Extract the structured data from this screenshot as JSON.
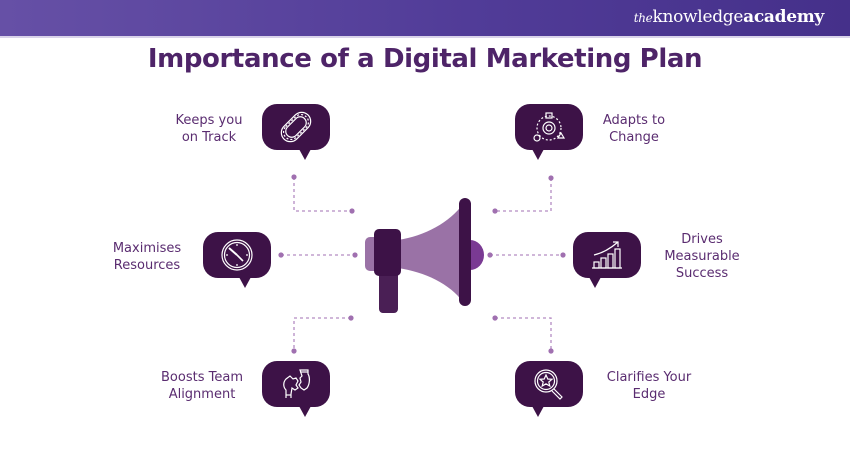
{
  "header": {
    "brand_the": "the",
    "brand_knowledge": "knowledge",
    "brand_academy": "academy",
    "gradient_start": "#6650a6",
    "gradient_end": "#45308a"
  },
  "title": "Importance of a Digital Marketing Plan",
  "colors": {
    "title": "#4e2468",
    "bubble": "#3d1247",
    "label": "#5a2c70",
    "connector": "#a77db6",
    "megaphone_cone": "#9a72a6",
    "megaphone_dark": "#3d1247",
    "megaphone_cap": "#7a3a93"
  },
  "center": {
    "icon": "megaphone-icon"
  },
  "items": [
    {
      "label_line1": "Keeps you",
      "label_line2": "on Track",
      "icon": "race-track-icon",
      "position": "top-left"
    },
    {
      "label_line1": "Adapts to",
      "label_line2": "Change",
      "icon": "gear-cycle-icon",
      "position": "top-right"
    },
    {
      "label_line1": "Maximises",
      "label_line2": "Resources",
      "icon": "clock-icon",
      "position": "middle-left"
    },
    {
      "label_line1": "Drives",
      "label_line2": "Measurable",
      "label_line3": "Success",
      "icon": "growth-chart-icon",
      "position": "middle-right"
    },
    {
      "label_line1": "Boosts Team",
      "label_line2": "Alignment",
      "icon": "puzzle-hands-icon",
      "position": "bottom-left"
    },
    {
      "label_line1": "Clarifies Your",
      "label_line2": "Edge",
      "icon": "star-magnifier-icon",
      "position": "bottom-right"
    }
  ]
}
